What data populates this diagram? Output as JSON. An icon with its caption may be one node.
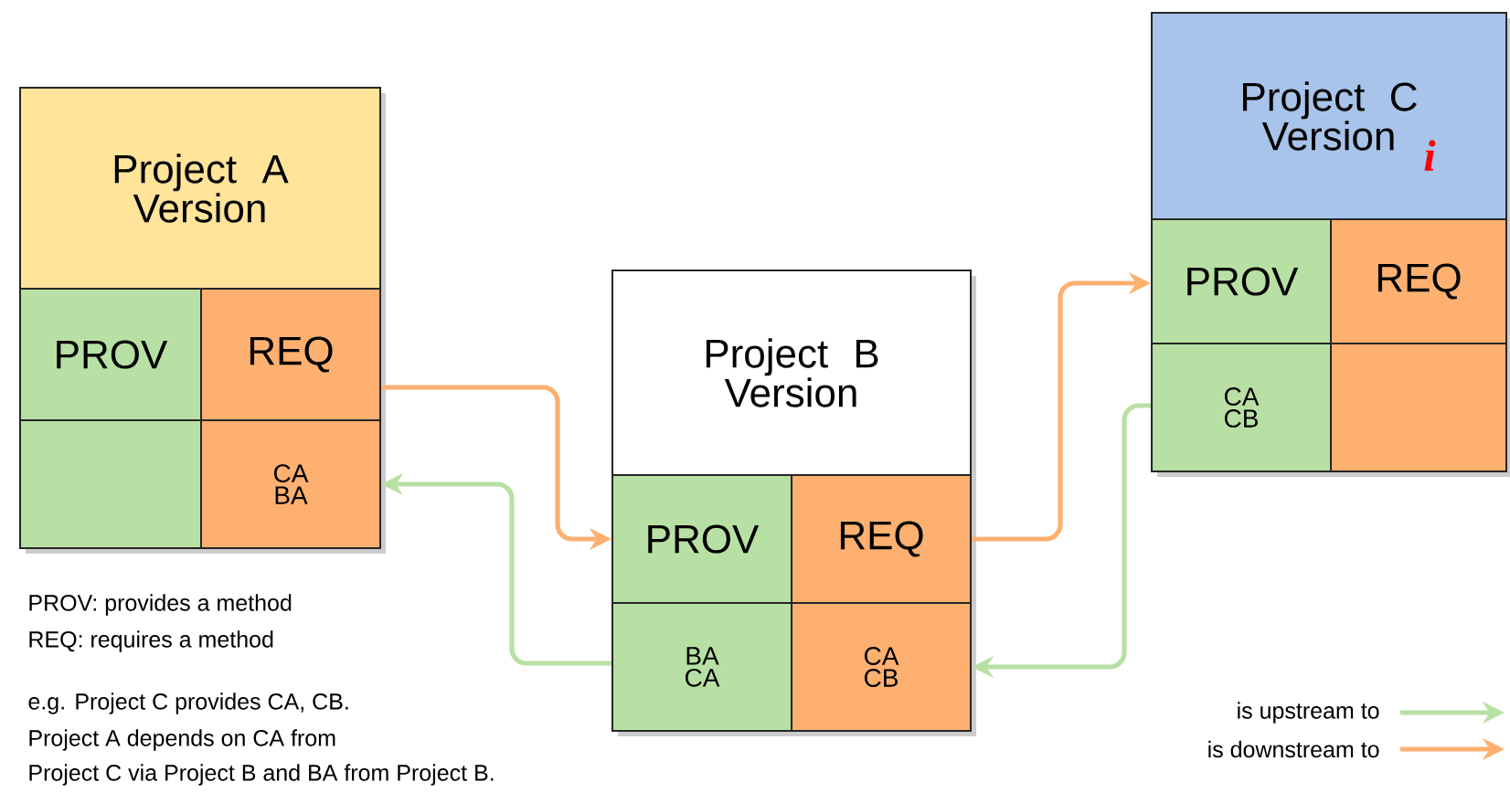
{
  "diagram": {
    "nodes": [
      {
        "text": [
          "Project A Version"
        ]
      },
      {
        "text": [
          "PROV"
        ]
      },
      {
        "text": [
          "REQ"
        ]
      },
      {
        "text": [],
        "shape": "box"
      },
      {
        "text": [
          "CA BA"
        ]
      },
      {
        "text": [
          "Project B Version"
        ]
      },
      {
        "text": [
          "PROV"
        ]
      },
      {
        "text": [
          "REQ"
        ]
      },
      {
        "text": [
          "BA CA"
        ]
      },
      {
        "text": [
          "CA CB"
        ]
      },
      {
        "text": [
          "Project C Version",
          "i"
        ]
      },
      {
        "text": [
          "PROV"
        ]
      },
      {
        "text": [
          "REQ"
        ]
      },
      {
        "text": [
          "CA CB"
        ]
      },
      {
        "text": [],
        "shape": "box"
      }
    ],
    "edges": [
      {
        "from": 2,
        "to": 6,
        "arrow": "to",
        "color": "#fdb070"
      },
      {
        "from": 8,
        "to": 4,
        "arrow": "to",
        "color": "#b8e0a4"
      },
      {
        "from": 7,
        "to": 11,
        "arrow": "to",
        "color": "#fdb070"
      },
      {
        "from": 13,
        "to": 9,
        "arrow": "to",
        "color": "#b8e0a4"
      }
    ],
    "labels": [
      "PROV: provides a method",
      "REQ: requires a method",
      "e.g. Project C provides CA, CB.",
      "Project A depends on CA from",
      "Project C via Project B and BA from Project B."
    ],
    "legend": [
      {
        "text": "is upstream to"
      },
      {
        "text": "is downstream to"
      }
    ]
  }
}
